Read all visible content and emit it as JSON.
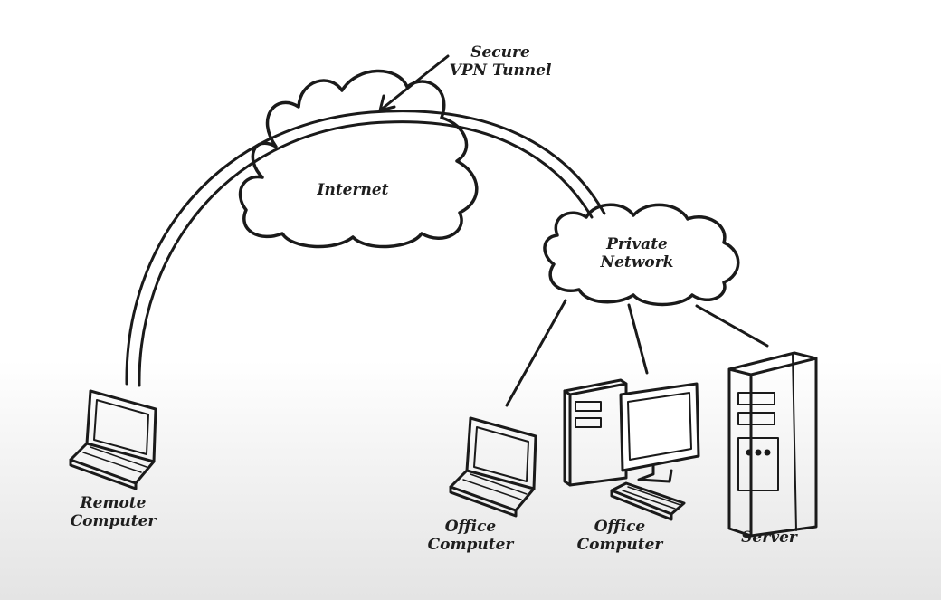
{
  "labels": {
    "tunnel": [
      "Secure",
      "VPN Tunnel"
    ],
    "internet": "Internet",
    "private_network": [
      "Private",
      "Network"
    ],
    "remote_computer": [
      "Remote",
      "Computer"
    ],
    "office_computer_1": [
      "Office",
      "Computer"
    ],
    "office_computer_2": [
      "Office",
      "Computer"
    ],
    "server": "Server"
  },
  "icons": [
    "internet-cloud-icon",
    "private-network-cloud-icon",
    "laptop-icon",
    "desktop-computer-icon",
    "server-tower-icon",
    "arrow-icon"
  ]
}
